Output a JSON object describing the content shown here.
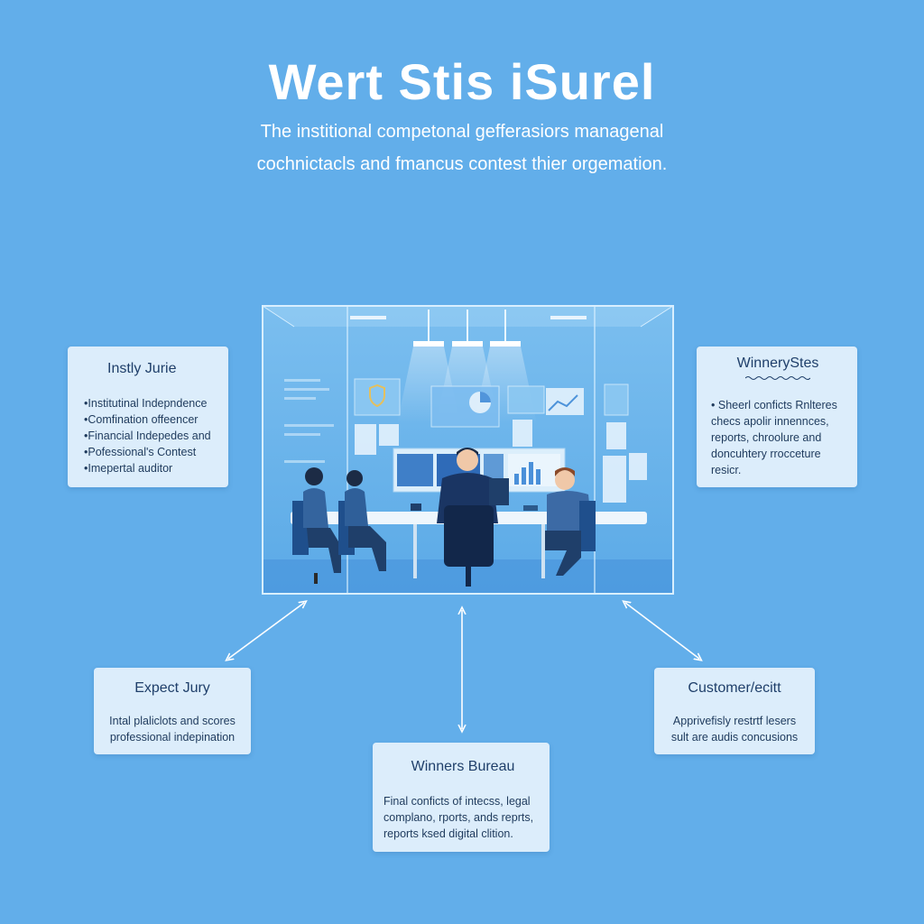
{
  "title": "Wert Stis iSurel",
  "subtitle": {
    "line1": "The institional competonal gefferasiors managenal",
    "line2": "cochnictacls and fmancus contest thier orgemation."
  },
  "cards": {
    "top_left": {
      "title": "Instly Jurie",
      "items": [
        "Institutinal Indepndence",
        "Comfination offeencer",
        "Financial Indepedes and",
        "Pofessional's Contest",
        "Imepertal auditor"
      ]
    },
    "top_right": {
      "title": "WinneryStes",
      "lines": [
        "Sheerl conficts Rnlteres",
        "checs apolir innennces,",
        "reports, chroolure and",
        "doncuhtery rrocceture",
        "resicr."
      ]
    },
    "bottom_left": {
      "title": "Expect Jury",
      "lines": [
        "Intal plaliclots and scores",
        "professional indepination"
      ]
    },
    "bottom_center": {
      "title": "Winners Bureau",
      "lines": [
        "Final conficts of intecss, legal",
        "complano, rports, ands reprts,",
        "reports ksed digital clition."
      ]
    },
    "bottom_right": {
      "title": "Customer/ecitt",
      "lines": [
        "Apprivefisly restrtf lesers",
        "sult are audis concusions"
      ]
    }
  },
  "colors": {
    "background": "#62aeea",
    "card": "#dcedfb",
    "card_text": "#1e3a5c",
    "accent": "#ffffff"
  }
}
